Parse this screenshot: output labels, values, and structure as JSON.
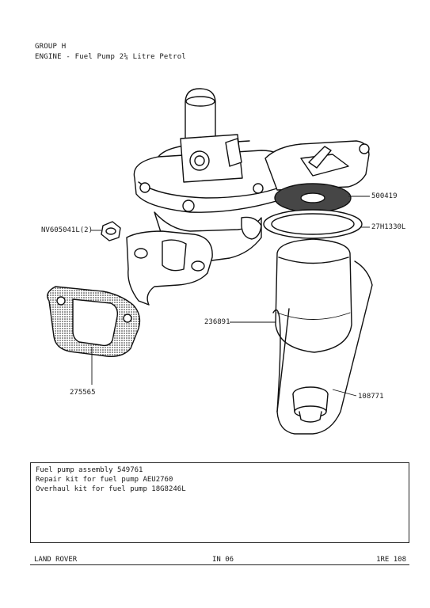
{
  "header": {
    "group": "GROUP H",
    "title": "ENGINE - Fuel Pump 2¼ Litre Petrol"
  },
  "callouts": {
    "gasket_seal": "500419",
    "bowl_seal": "27H1330L",
    "nut": "NV605041L(2)",
    "glass_bowl": "236891",
    "mounting_gasket": "275565",
    "bowl_stirrup": "108771"
  },
  "info": {
    "lines": [
      "Fuel pump assembly 549761",
      "Repair kit for fuel pump AEU2760",
      "Overhaul kit for fuel pump 18G8246L"
    ]
  },
  "footer": {
    "left": "LAND ROVER",
    "center": "IN 06",
    "right": "1RE 108"
  }
}
